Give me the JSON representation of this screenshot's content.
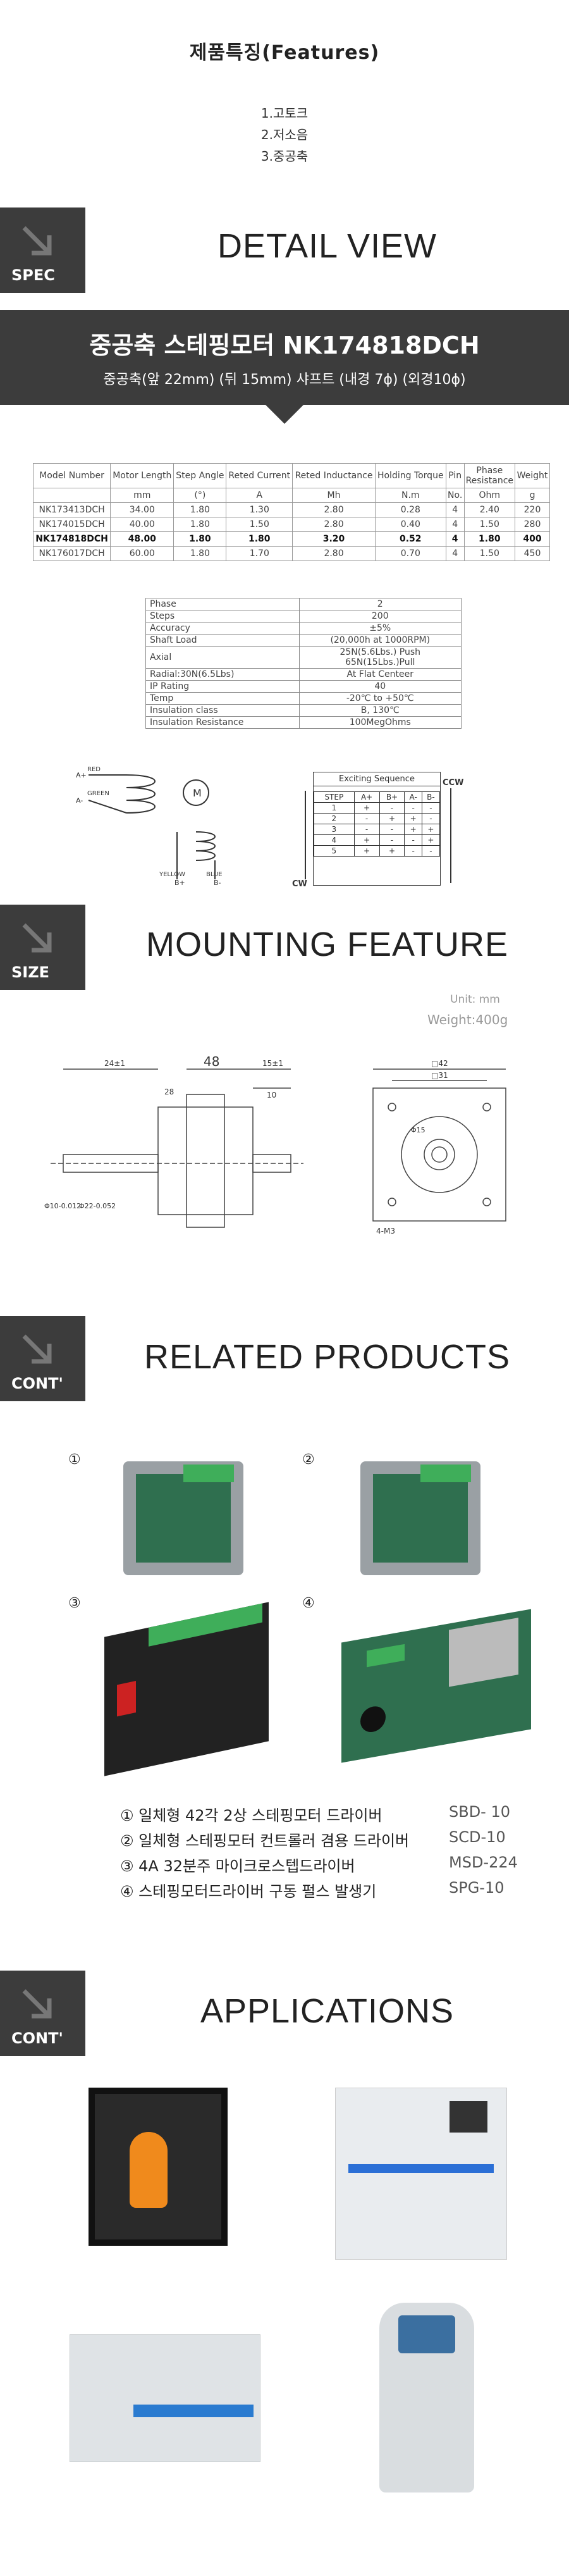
{
  "features": {
    "title": "제품특징(Features)",
    "items": [
      "1.고토크",
      "2.저소음",
      "3.중공축"
    ]
  },
  "sections": {
    "detail": {
      "badge": "SPEC",
      "title": "DETAIL VIEW"
    },
    "size": {
      "badge": "SIZE",
      "title": "MOUNTING FEATURE"
    },
    "related": {
      "badge": "CONT'",
      "title": "RELATED PRODUCTS"
    },
    "apps": {
      "badge": "CONT'",
      "title": "APPLICATIONS"
    }
  },
  "banner": {
    "title": "중공축 스테핑모터 NK174818DCH",
    "subtitle": "중공축(앞 22mm)  (뒤 15mm)   샤프트  (내경 7ϕ)    (외경10ϕ)"
  },
  "spec_table": {
    "headers": [
      "Model Number",
      "Motor Length",
      "Step Angle",
      "Reted Current",
      "Reted Inductance",
      "Holding Torque",
      "Pin",
      "Phase Resistance",
      "Weight"
    ],
    "units": [
      "",
      "mm",
      "(°)",
      "A",
      "Mh",
      "N.m",
      "No.",
      "Ohm",
      "g"
    ],
    "rows": [
      [
        "NK173413DCH",
        "34.00",
        "1.80",
        "1.30",
        "2.80",
        "0.28",
        "4",
        "2.40",
        "220"
      ],
      [
        "NK174015DCH",
        "40.00",
        "1.80",
        "1.50",
        "2.80",
        "0.40",
        "4",
        "1.50",
        "280"
      ],
      [
        "NK174818DCH",
        "48.00",
        "1.80",
        "1.80",
        "3.20",
        "0.52",
        "4",
        "1.80",
        "400"
      ],
      [
        "NK176017DCH",
        "60.00",
        "1.80",
        "1.70",
        "2.80",
        "0.70",
        "4",
        "1.50",
        "450"
      ]
    ],
    "highlight_row": 2
  },
  "char_table": [
    [
      "Phase",
      "2"
    ],
    [
      "Steps",
      "200"
    ],
    [
      "Accuracy",
      "±5%"
    ],
    [
      "Shaft Load",
      "(20,000h at 1000RPM)"
    ],
    [
      "Axial",
      "25N(5.6Lbs.) Push\n65N(15Lbs.)Pull"
    ],
    [
      "Radial:30N(6.5Lbs)",
      "At Flat Centeer"
    ],
    [
      "IP Rating",
      "40"
    ],
    [
      "Temp",
      "-20℃ to +50℃"
    ],
    [
      "Insulation class",
      "B, 130℃"
    ],
    [
      "Insulation Resistance",
      "100MegOhms"
    ]
  ],
  "wiring": {
    "labels": [
      "RED",
      "A+",
      "GREEN",
      "A-",
      "YELLOW",
      "B+",
      "BLUE",
      "B-",
      "M"
    ],
    "sequence_title": "Exciting Sequence",
    "ccw": "CCW",
    "cw": "CW",
    "seq_headers": [
      "STEP",
      "A+",
      "B+",
      "A-",
      "B-"
    ],
    "seq_rows": [
      [
        "1",
        "+",
        "-",
        "-",
        "-"
      ],
      [
        "2",
        "-",
        "+",
        "+",
        "-"
      ],
      [
        "3",
        "-",
        "-",
        "+",
        "+"
      ],
      [
        "4",
        "+",
        "-",
        "-",
        "+"
      ],
      [
        "5",
        "+",
        "+",
        "-",
        "-"
      ]
    ]
  },
  "mounting": {
    "unit": "Unit: mm",
    "weight": "Weight:400g",
    "dims": [
      "48",
      "24±1",
      "15±1",
      "10",
      "28",
      "□42",
      "□31",
      "4-M3",
      "Φ22-0.052",
      "Φ10-0.012",
      "Φ15"
    ]
  },
  "related": {
    "markers": [
      "①",
      "②",
      "③",
      "④"
    ],
    "items": [
      {
        "name": "① 일체형 42각 2상  스테핑모터 드라이버",
        "code": "SBD- 10"
      },
      {
        "name": "② 일체형 스테핑모터 컨트롤러 겸용 드라이버",
        "code": "SCD-10"
      },
      {
        "name": "③ 4A 32분주 마이크로스텝드라이버",
        "code": "MSD-224"
      },
      {
        "name": "④ 스테핑모터드라이버 구동 펄스 발생기",
        "code": "SPG-10"
      }
    ]
  },
  "colors": {
    "badge": "#3c3c3c",
    "banner": "#3c3c3c",
    "pcb": "#2f6f4f",
    "terminal": "#3fae5a"
  }
}
